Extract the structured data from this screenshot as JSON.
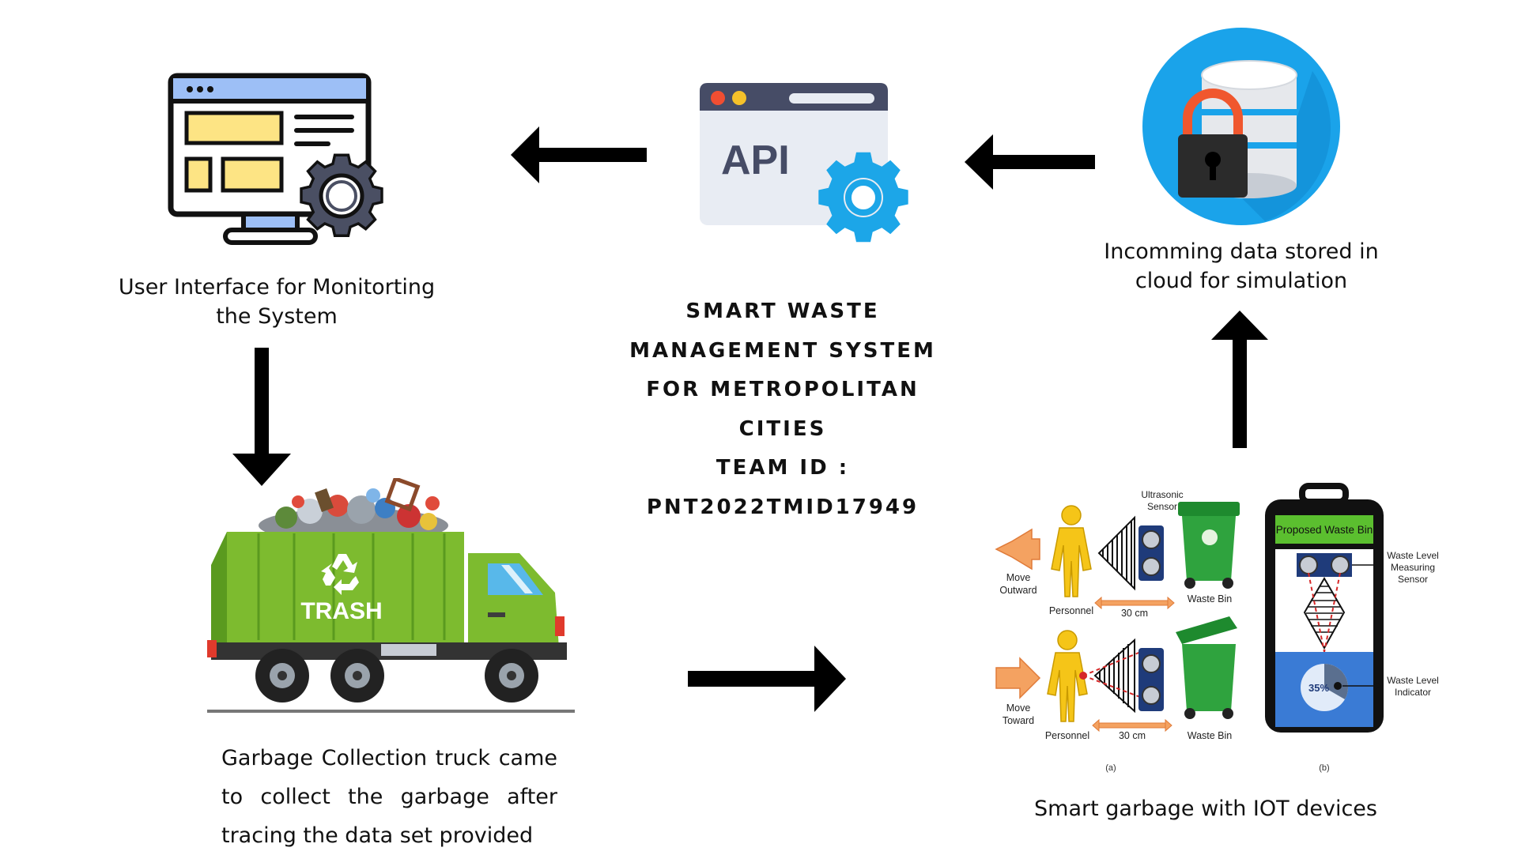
{
  "title_block": {
    "line1": "SMART WASTE",
    "line2": "MANAGEMENT SYSTEM",
    "line3": "FOR METROPOLITAN",
    "line4": "CITIES",
    "line5": "TEAM ID :",
    "line6": "PNT2022TMID17949"
  },
  "nodes": {
    "ui": {
      "line1": "User Interface for Monitorting",
      "line2": "the System"
    },
    "api": {
      "label": "API"
    },
    "cloud": {
      "line1": "Incomming data stored in",
      "line2": "cloud for simulation"
    },
    "truck": {
      "label": "TRASH",
      "line1": "Garbage Collection truck came",
      "line2": "to collect the garbage after",
      "line3": "tracing the data set provided"
    },
    "iot": {
      "caption": "Smart garbage with IOT devices",
      "ultrasonic_sensor": [
        "Ultrasonic",
        "Sensor"
      ],
      "move_outward": [
        "Move",
        "Outward"
      ],
      "move_toward": [
        "Move",
        "Toward"
      ],
      "personnel": "Personnel",
      "distance": "30 cm",
      "waste_bin": "Waste Bin",
      "proposed_bin": "Proposed Waste Bin",
      "level_sensor": [
        "Waste Level",
        "Measuring",
        "Sensor"
      ],
      "level_indicator": [
        "Waste Level",
        "Indicator"
      ],
      "level_value": "35%",
      "panel_a": "(a)",
      "panel_b": "(b)"
    }
  },
  "colors": {
    "arrow": "#000000",
    "truck_green": "#7dbb2f",
    "truck_dark_green": "#5a9a1f",
    "cloud_blue": "#1aa3ea",
    "api_gear": "#1ca6e8",
    "ui_gear": "#4a4f63",
    "ui_screen_top": "#9dbff6",
    "ui_panels": "#fde484"
  }
}
